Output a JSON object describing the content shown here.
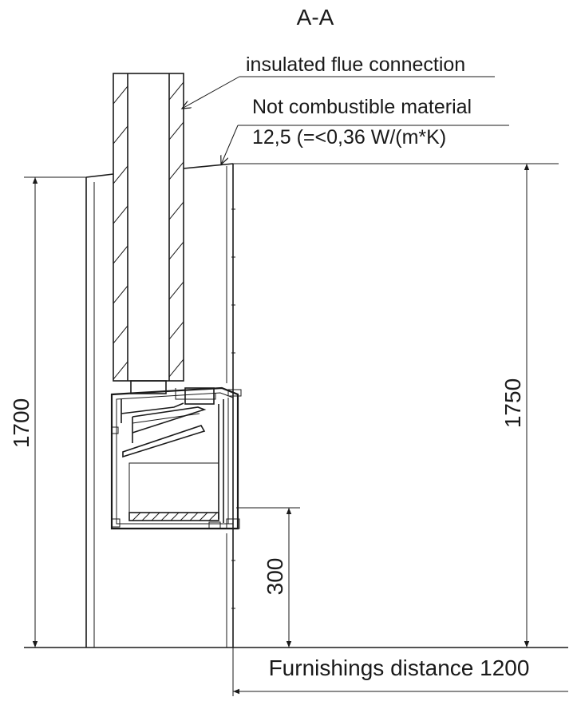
{
  "section_title": "A-A",
  "labels": {
    "flue": "insulated flue connection",
    "material_line1": "Not combustible material",
    "material_line2": "12,5 (=<0,36 W/(m*K)"
  },
  "dimensions": {
    "enclosure_height": "1700",
    "total_height": "1750",
    "base_height": "300",
    "furnishings": "Furnishings distance 1200"
  }
}
